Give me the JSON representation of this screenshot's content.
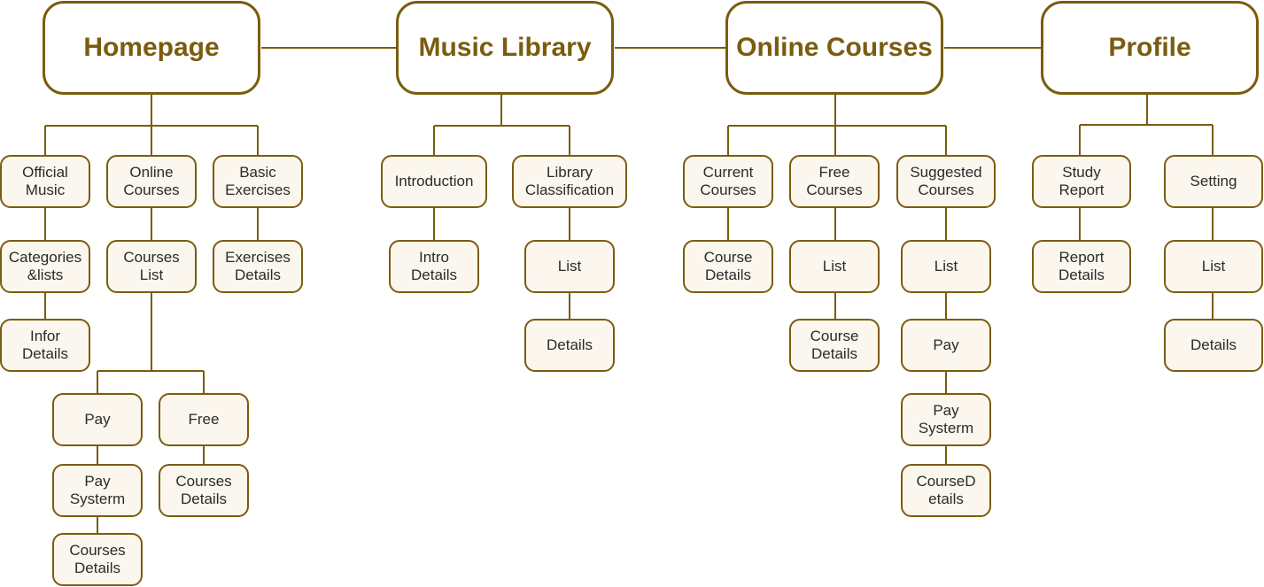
{
  "colors": {
    "stroke": "#7a5c0e",
    "node_fill": "#fbf6ee",
    "main_text": "#7a5c0e",
    "sub_text": "#2b2b2b"
  },
  "main": {
    "homepage": "Homepage",
    "music_library": "Music Library",
    "online_courses": "Online Courses",
    "profile": "Profile"
  },
  "home": {
    "official_music": "Official\nMusic",
    "online_courses": "Online\nCourses",
    "basic_exercises": "Basic\nExercises",
    "categories_lists": "Categories\n&lists",
    "courses_list": "Courses\nList",
    "exercises_details": "Exercises\nDetails",
    "infor_details": "Infor\nDetails",
    "pay": "Pay",
    "free": "Free",
    "pay_systerm": "Pay\nSysterm",
    "free_courses_details": "Courses\nDetails",
    "pay_courses_details": "Courses\nDetails"
  },
  "library": {
    "introduction": "Introduction",
    "library_classification": "Library\nClassification",
    "intro_details": "Intro\nDetails",
    "list": "List",
    "details": "Details"
  },
  "courses": {
    "current_courses": "Current\nCourses",
    "free_courses": "Free\nCourses",
    "suggested_courses": "Suggested\nCourses",
    "current_course_details": "Course\nDetails",
    "free_list": "List",
    "suggested_list": "List",
    "free_course_details": "Course\nDetails",
    "pay": "Pay",
    "pay_systerm": "Pay\nSysterm",
    "coursedetails": "CourseD\netails"
  },
  "profile": {
    "study_report": "Study\nReport",
    "setting": "Setting",
    "report_details": "Report\nDetails",
    "list": "List",
    "details": "Details"
  }
}
